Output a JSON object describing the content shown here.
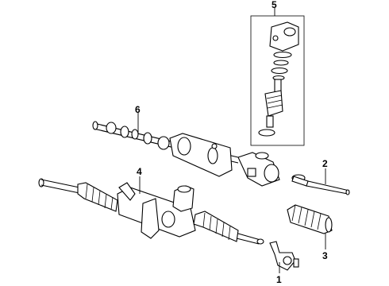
{
  "callouts": {
    "c1": "1",
    "c2": "2",
    "c3": "3",
    "c4": "4",
    "c5": "5",
    "c6": "6"
  },
  "parts": [
    {
      "callout": "1",
      "icon": "tie-rod-end-icon"
    },
    {
      "callout": "2",
      "icon": "inner-tie-rod-icon"
    },
    {
      "callout": "3",
      "icon": "boot-icon"
    },
    {
      "callout": "4",
      "icon": "steering-gear-assembly-icon"
    },
    {
      "callout": "5",
      "icon": "valve-body-assembly-icon"
    },
    {
      "callout": "6",
      "icon": "rack-housing-icon"
    }
  ],
  "colors": {
    "line": "#000000",
    "background": "#ffffff"
  }
}
